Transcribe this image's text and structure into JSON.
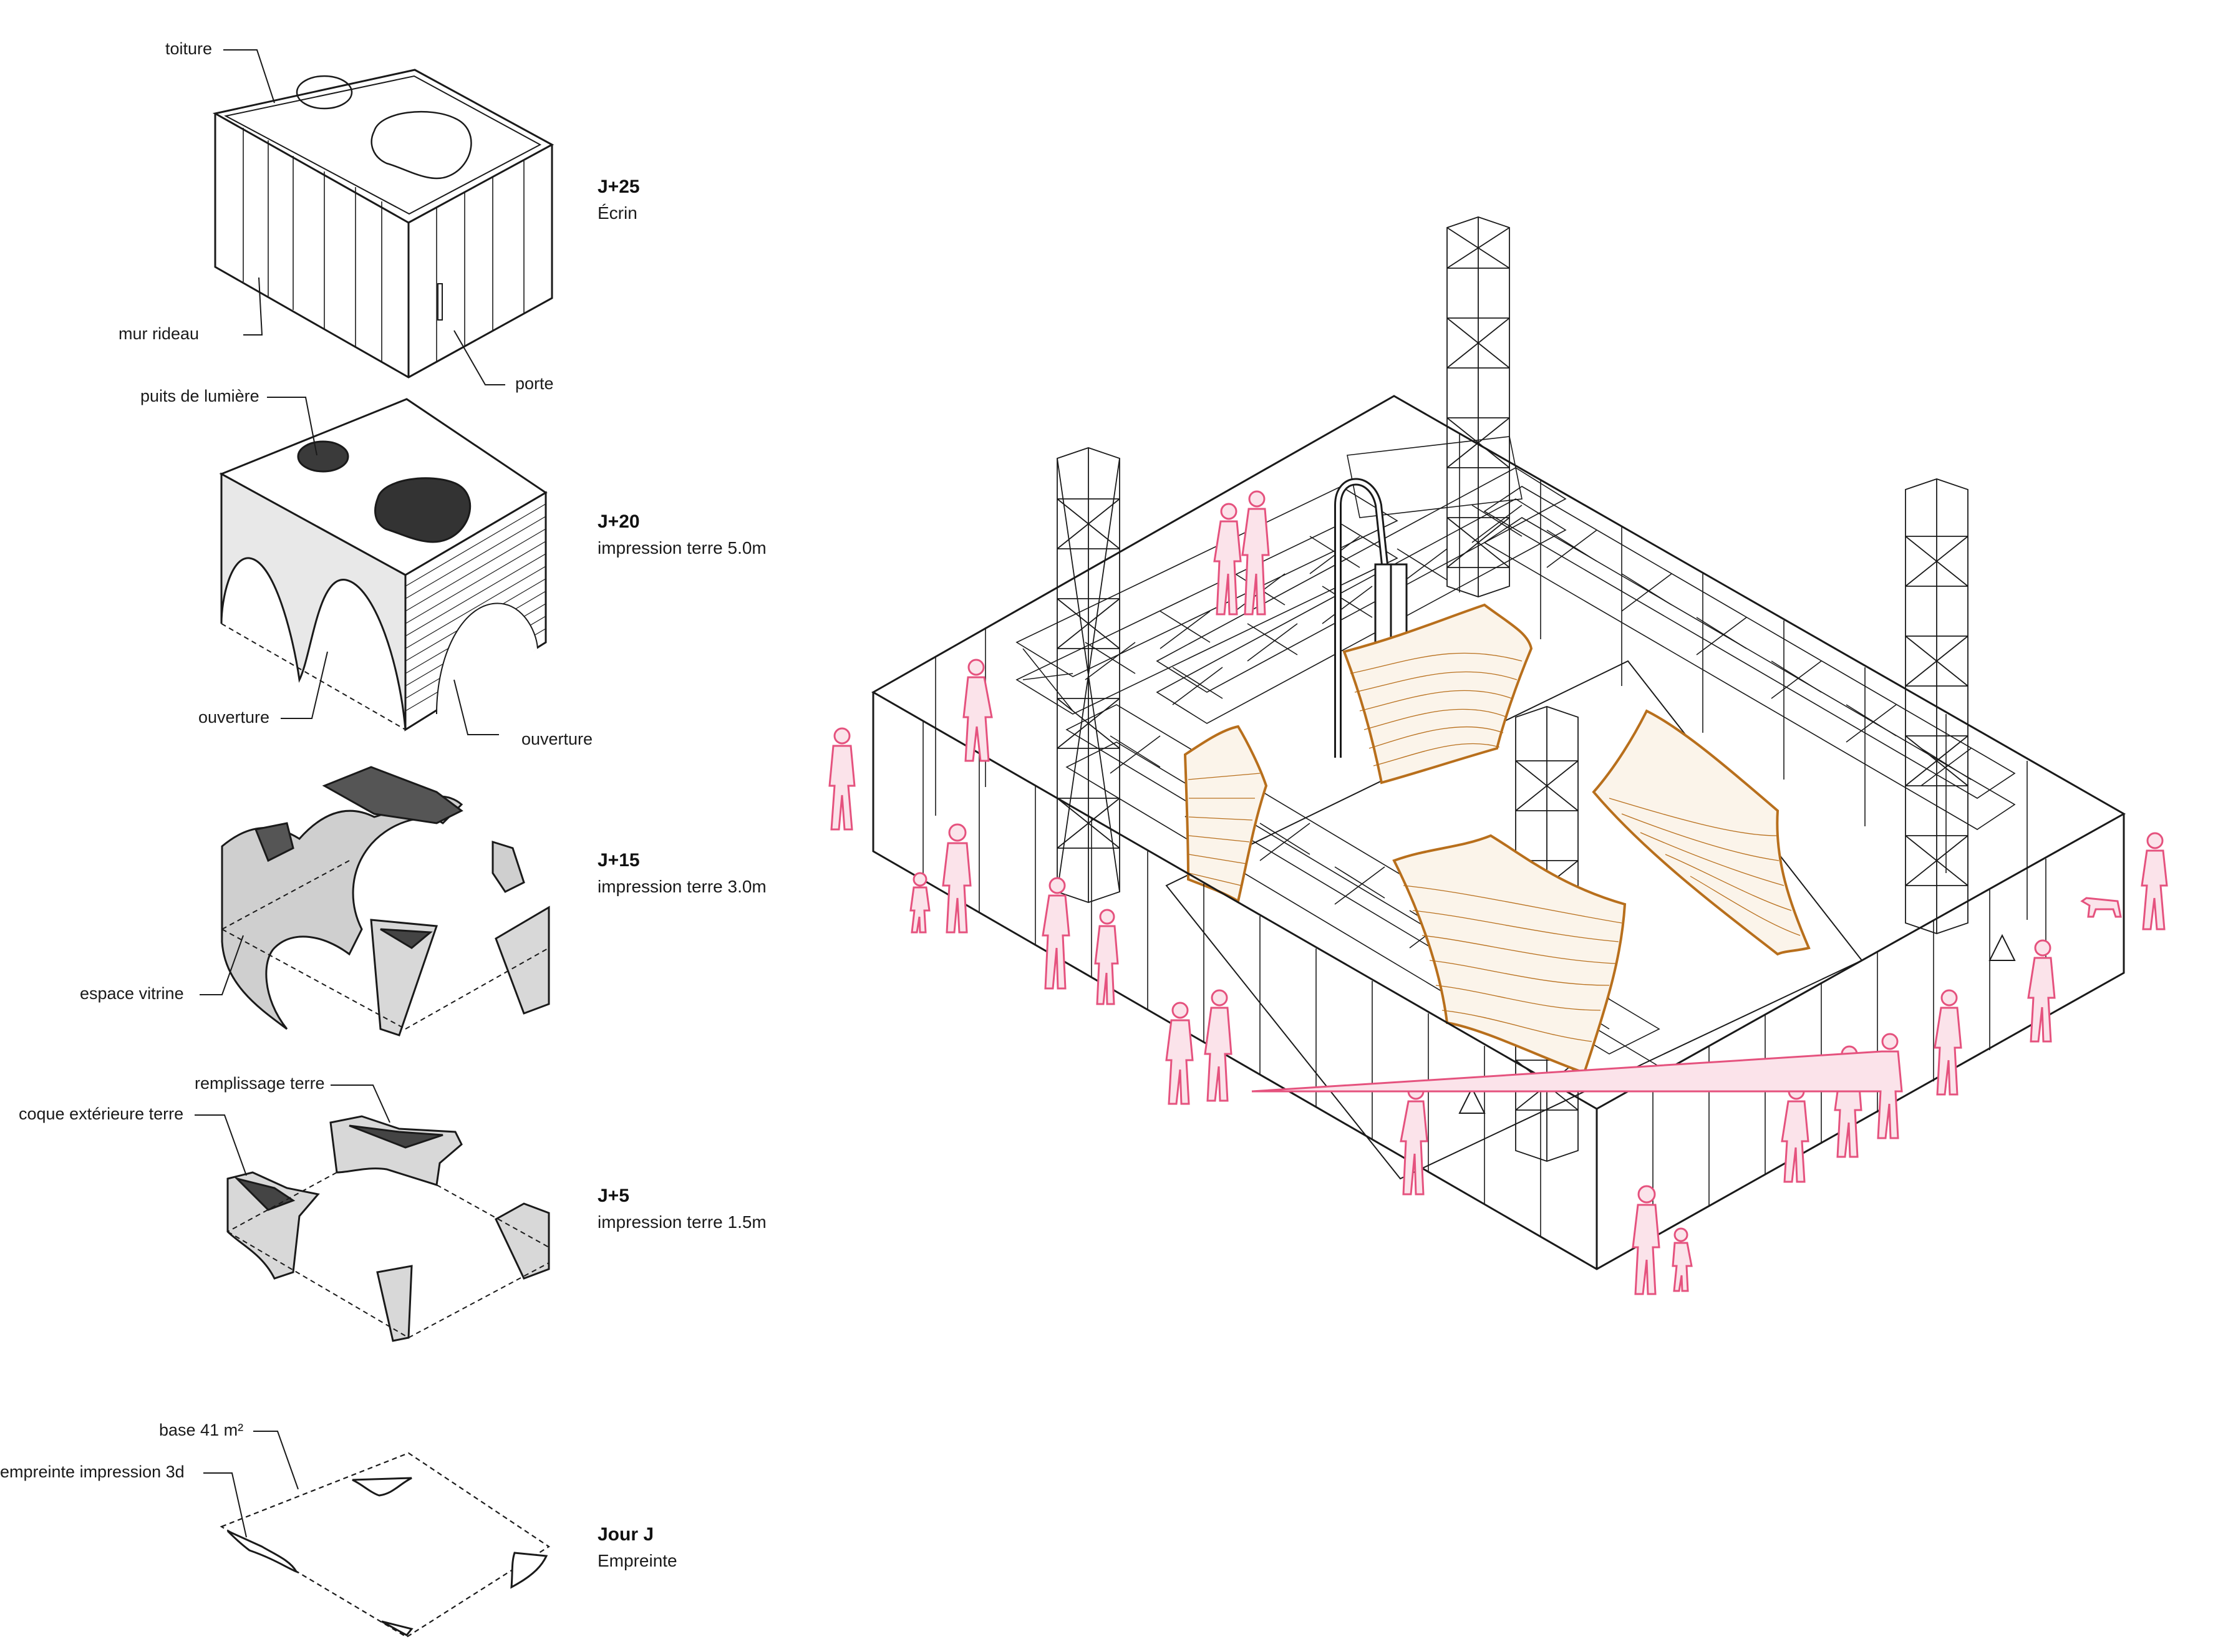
{
  "stages": [
    {
      "id": "j25",
      "title": "J+25",
      "subtitle": "Écrin"
    },
    {
      "id": "j20",
      "title": "J+20",
      "subtitle": "impression terre 5.0m"
    },
    {
      "id": "j15",
      "title": "J+15",
      "subtitle": "impression terre 3.0m"
    },
    {
      "id": "j5",
      "title": "J+5",
      "subtitle": "impression terre 1.5m"
    },
    {
      "id": "j0",
      "title": "Jour J",
      "subtitle": "Empreinte"
    }
  ],
  "annotations": {
    "toiture": "toiture",
    "mur_rideau": "mur rideau",
    "porte": "porte",
    "puits": "puits de lumière",
    "ouverture_left": "ouverture",
    "ouverture_right": "ouverture",
    "espace_vitrine": "espace vitrine",
    "remplissage": "remplissage terre",
    "coque": "coque extérieure terre",
    "base": "base 41 m²",
    "empreinte": "empreinte impression 3d"
  },
  "colors": {
    "line": "#1a1a1a",
    "earth": "#b86f1c",
    "people": "#e5527e",
    "people_fill": "#f6c9d6"
  }
}
